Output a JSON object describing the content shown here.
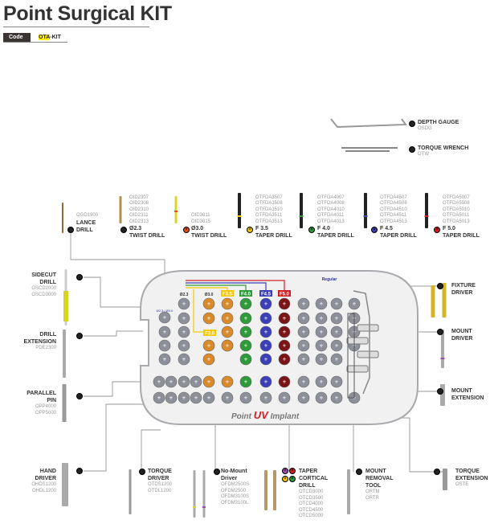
{
  "header": {
    "title": "Point Surgical KIT",
    "code_label": "Code",
    "code_highlight": "OTA",
    "code_rest": "-KIT"
  },
  "colors": {
    "f35": "#f5c800",
    "f40": "#2e9a3a",
    "f45": "#3b3fb8",
    "f50": "#d21f26",
    "d30": "#e8501f",
    "orange": "#d98a2b",
    "grey": "#8d8f99",
    "purple": "#9b4fb5"
  },
  "items": {
    "depth_gauge": {
      "name": "DEPTH GAUGE",
      "codes": [
        "OSDG"
      ]
    },
    "torque_wrench": {
      "name": "TORQUE WRENCH",
      "codes": [
        "OTW"
      ]
    },
    "lance": {
      "name1": "LANCE",
      "name2": "DRILL",
      "codes": [
        "OGD1900"
      ]
    },
    "twist23": {
      "name1": "Ø2.3",
      "name2": "TWIST DRILL",
      "codes": [
        "OID2307",
        "OID2308",
        "OID2310",
        "OID2311",
        "OID2313"
      ]
    },
    "twist30": {
      "name1": "Ø3.0",
      "name2": "TWIST DRILL",
      "codes": [
        "OID3011",
        "OID3015"
      ]
    },
    "f35": {
      "name1": "F 3.5",
      "name2": "TAPER DRILL",
      "codes": [
        "OTFDA3507",
        "OTFDA3508",
        "OTFDA3510",
        "OTFDA3511",
        "OTFDA3513"
      ]
    },
    "f40": {
      "name1": "F 4.0",
      "name2": "TAPER DRILL",
      "codes": [
        "OTFDA4007",
        "OTFDA4008",
        "OTFDA4010",
        "OTFDA4011",
        "OTFDA4013"
      ]
    },
    "f45": {
      "name1": "F 4.5",
      "name2": "TAPER DRILL",
      "codes": [
        "OTFDA4507",
        "OTFDA4508",
        "OTFDA4510",
        "OTFDA4511",
        "OTFDA4513"
      ]
    },
    "f50": {
      "name1": "F 5.0",
      "name2": "TAPER DRILL",
      "codes": [
        "OTFDA5007",
        "OTFDA5008",
        "OTFDA5010",
        "OTFDA5011",
        "OTFDA5013"
      ]
    },
    "sidecut": {
      "name1": "SIDECUT",
      "name2": "DRILL",
      "codes": [
        "OSCD2000",
        "OSCD3000"
      ]
    },
    "extension": {
      "name1": "DRILL",
      "name2": "EXTENSION",
      "codes": [
        "PDE2300"
      ]
    },
    "pin": {
      "name1": "PARALLEL",
      "name2": "PIN",
      "codes": [
        "OPP4000",
        "OPP5000"
      ]
    },
    "hand_driver": {
      "name1": "HAND",
      "name2": "DRIVER",
      "codes": [
        "OHDS1200",
        "OHDL1200"
      ]
    },
    "torque_driver": {
      "name1": "TORQUE",
      "name2": "DRIVER",
      "codes": [
        "OTDS1200",
        "OTDL1200"
      ]
    },
    "nomount": {
      "name1": "No-Mount",
      "name2": "Driver",
      "codes": [
        "OFDM2500S",
        "OFDM2500",
        "OFDM3100S",
        "OFDM3100L"
      ]
    },
    "cortical": {
      "name1": "TAPER",
      "name2": "CORTICAL",
      "name3": "DRILL",
      "codes": [
        "OTCD3000",
        "OTCD3500",
        "OTCD4000",
        "OTCD4500",
        "OTCD5000"
      ]
    },
    "removal": {
      "name1": "MOUNT",
      "name2": "REMOVAL",
      "name3": "TOOL",
      "codes": [
        "ORTM",
        "ORTR"
      ]
    },
    "torque_ext": {
      "name1": "TORQUE",
      "name2": "EXTENSION",
      "codes": [
        "OSTE"
      ]
    },
    "fixture": {
      "name1": "FIXTURE",
      "name2": "DRIVER"
    },
    "mount_driver": {
      "name1": "MOUNT",
      "name2": "DRIVER"
    },
    "mount_ext": {
      "name1": "MOUNT",
      "name2": "EXTENSION"
    }
  },
  "tray": {
    "brand_a": "Point ",
    "brand_b": "UV",
    "brand_c": " Implant",
    "tags": [
      "F3.5",
      "F4.0",
      "F4.5",
      "F5.0"
    ],
    "f30": "F3.0",
    "regular": "Regular",
    "d23": "Ø2.3",
    "d30": "Ø3.0",
    "dd": "Ø2.3 / Ø3.0"
  }
}
